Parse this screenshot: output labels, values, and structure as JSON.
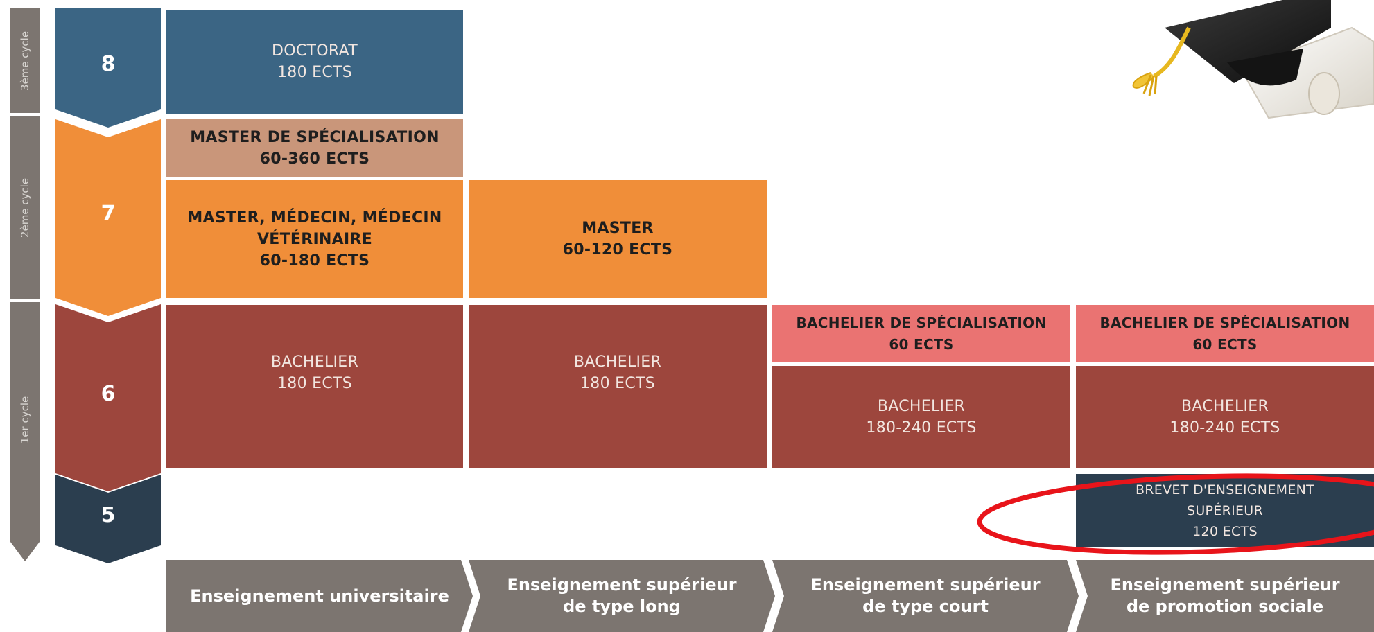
{
  "cycles": [
    {
      "label": "3ème cycle"
    },
    {
      "label": "2ème cycle"
    },
    {
      "label": "1er cycle"
    }
  ],
  "levels": {
    "l8": "8",
    "l7": "7",
    "l6": "6",
    "l5": "5"
  },
  "cells": {
    "doctorat": {
      "line1": "DOCTORAT",
      "line2": "180 ECTS"
    },
    "master_spec": {
      "line1": "MASTER DE SPÉCIALISATION",
      "line2": "60-360 ECTS"
    },
    "master_univ": {
      "line1": "MASTER, MÉDECIN, MÉDECIN",
      "line2": "VÉTÉRINAIRE",
      "line3": "60-180 ECTS"
    },
    "master_long": {
      "line1": "MASTER",
      "line2": "60-120 ECTS"
    },
    "bach_univ": {
      "line1": "BACHELIER",
      "line2": "180 ECTS"
    },
    "bach_long": {
      "line1": "BACHELIER",
      "line2": "180 ECTS"
    },
    "bach_spec_court": {
      "line1": "BACHELIER DE SPÉCIALISATION",
      "line2": "60 ECTS"
    },
    "bach_court": {
      "line1": "BACHELIER",
      "line2": "180-240 ECTS"
    },
    "bach_spec_promo": {
      "line1": "BACHELIER DE SPÉCIALISATION",
      "line2": "60 ECTS"
    },
    "bach_promo": {
      "line1": "BACHELIER",
      "line2": "180-240 ECTS"
    },
    "brevet": {
      "line1": "BREVET D'ENSEIGNEMENT",
      "line2": "SUPÉRIEUR",
      "line3": "120 ECTS"
    }
  },
  "columns": [
    {
      "line1": "Enseignement universitaire"
    },
    {
      "line1": "Enseignement supérieur",
      "line2": "de type long"
    },
    {
      "line1": "Enseignement supérieur",
      "line2": "de type court"
    },
    {
      "line1": "Enseignement supérieur",
      "line2": "de promotion sociale"
    }
  ],
  "colors": {
    "slate": "#3b6584",
    "tan": "#c9967a",
    "orange": "#f08e39",
    "brick": "#9d463d",
    "pink": "#ea7372",
    "navy": "#2b3e4f",
    "gray": "#7c7570",
    "highlight_ring": "#e8141a"
  },
  "icons": {
    "decoration": "graduation-cap-and-diploma-icon"
  }
}
